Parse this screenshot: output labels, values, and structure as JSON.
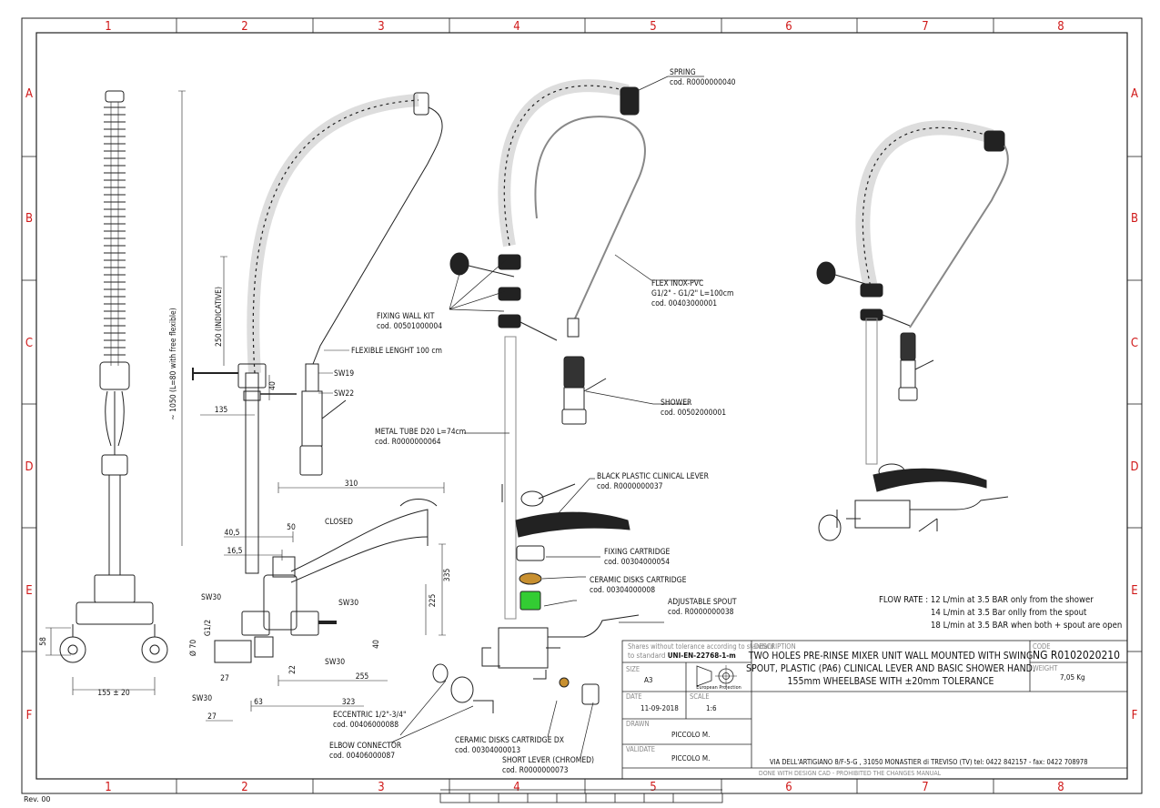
{
  "zones": {
    "columns": [
      "1",
      "2",
      "3",
      "4",
      "5",
      "6",
      "7",
      "8"
    ],
    "rows": [
      "A",
      "B",
      "C",
      "D",
      "E",
      "F"
    ]
  },
  "revision": "Rev. 00",
  "dimensions": {
    "side_width": "155 ± 20",
    "side_height": "58",
    "height_total": "~ 1050 (L=80 with free flexible)",
    "indicative": "250 (INDICATIVE)",
    "d40": "40",
    "d135": "135",
    "d310": "310",
    "d50": "50",
    "d405": "40,5",
    "d165": "16,5",
    "d335": "335",
    "d225": "225",
    "g12": "G1/2",
    "d70": "Ø 70",
    "d27a": "27",
    "d22": "22",
    "d255": "255",
    "d40b": "40",
    "d63": "63",
    "d323": "323",
    "d27b": "27",
    "sw19": "SW19",
    "sw22": "SW22",
    "sw30a": "SW30",
    "sw30b": "SW30",
    "sw30c": "SW30",
    "sw30d": "SW30",
    "closed": "CLOSED",
    "flexible": "FLEXIBLE LENGHT 100 cm"
  },
  "callouts": {
    "spring": {
      "name": "SPRING",
      "code": "cod. R0000000040"
    },
    "flex": {
      "name": "FLEX INOX-PVC",
      "spec": "G1/2\" - G1/2\" L=100cm",
      "code": "cod. 00403000001"
    },
    "fixing_wall_kit": {
      "name": "FIXING WALL KIT",
      "code": "cod. 00501000004"
    },
    "shower": {
      "name": "SHOWER",
      "code": "cod. 00502000001"
    },
    "metal_tube": {
      "name": "METAL TUBE D20 L=74cm",
      "code": "cod. R0000000064"
    },
    "black_lever": {
      "name": "BLACK PLASTIC CLINICAL LEVER",
      "code": "cod. R0000000037"
    },
    "fixing_cartridge": {
      "name": "FIXING CARTRIDGE",
      "code": "cod. 00304000054"
    },
    "ceramic_cartridge": {
      "name": "CERAMIC DISKS CARTRIDGE",
      "code": "cod. 00304000008"
    },
    "adjustable_spout": {
      "name": "ADJUSTABLE SPOUT",
      "code": "cod. R0000000038"
    },
    "eccentric": {
      "name": "ECCENTRIC 1/2\"-3/4\"",
      "code": "cod. 00406000088"
    },
    "elbow": {
      "name": "ELBOW CONNECTOR",
      "code": "cod. 00406000087"
    },
    "ceramic_dx": {
      "name": "CERAMIC DISKS CARTRIDGE DX",
      "code": "cod. 00304000013"
    },
    "short_lever": {
      "name": "SHORT LEVER (CHROMED)",
      "code": "cod. R0000000073"
    }
  },
  "flow_rate": {
    "line1": "FLOW RATE : 12 L/min at 3.5 BAR only from the shower",
    "line2": "14 L/min at 3.5 Bar onlly from the spout",
    "line3": "18 L/min at 3.5 BAR when both + spout are open"
  },
  "title_block": {
    "tolerance_note": "Shares without tolerance according to standard",
    "standard": "UNI-EN-22768-1-m",
    "description_label": "DESCRIPTION",
    "description_lines": [
      "TWO HOLES PRE-RINSE MIXER UNIT WALL MOUNTED WITH SWING",
      "SPOUT, PLASTIC (PA6) CLINICAL LEVER AND BASIC SHOWER HAND.",
      "155mm WHEELBASE WITH ±20mm TOLERANCE"
    ],
    "code_label": "CODE",
    "code": "NG R0102020210",
    "weight_label": "WEIGHT",
    "weight": "7,05 Kg",
    "size_label": "SIZE",
    "size": "A3",
    "projection": "European Projection",
    "date_label": "DATE",
    "date": "11-09-2018",
    "scale_label": "SCALE",
    "scale": "1:6",
    "drawn_label": "DRAWN",
    "drawn": "PICCOLO M.",
    "validate_label": "VALIDATE",
    "validate": "PICCOLO M.",
    "address": "VIA DELL'ARTIGIANO 8/F-5-G , 31050 MONASTIER di TREVISO (TV) tel: 0422 842157 - fax: 0422 708978",
    "footer": "DONE WITH DESIGN CAD - PROHIBITED THE CHANGES MANUAL"
  }
}
